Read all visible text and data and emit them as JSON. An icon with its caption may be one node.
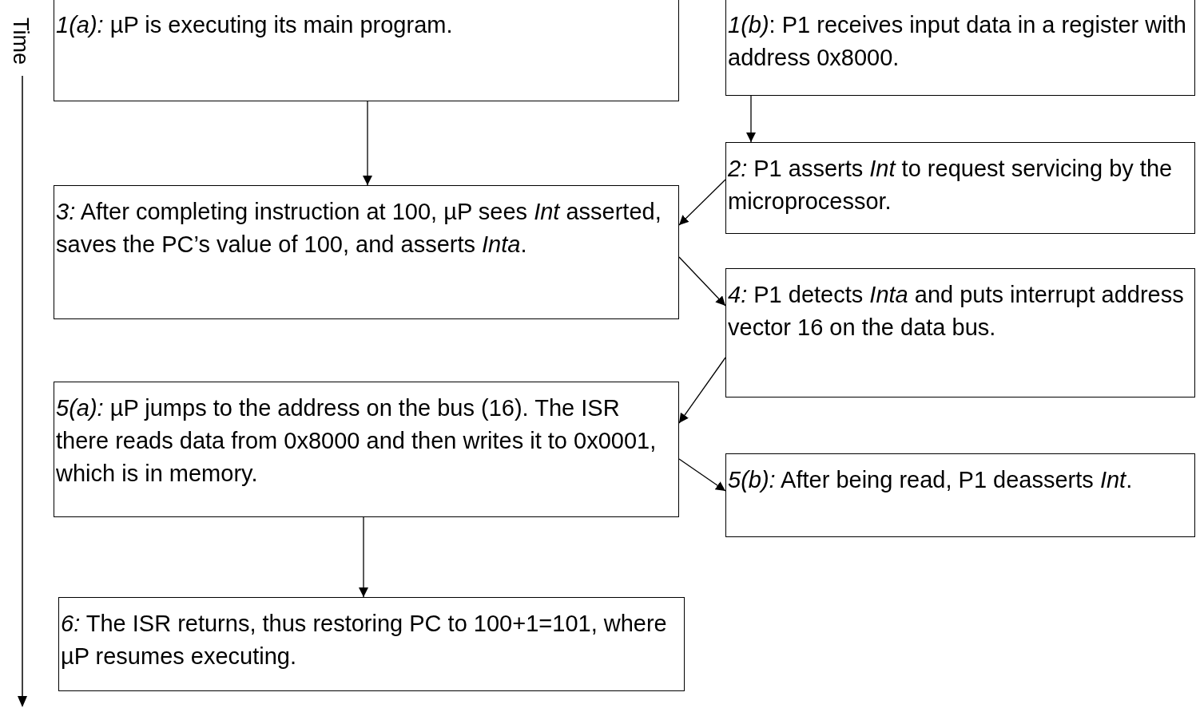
{
  "diagram": {
    "nodes": [
      {
        "text": [
          "*1(a):* µP is executing its main program."
        ]
      },
      {
        "text": [
          "*1(b)*: P1 receives input data in a register with address 0x8000."
        ]
      },
      {
        "text": [
          "*2:* P1 asserts *Int* to request servicing by the microprocessor."
        ]
      },
      {
        "text": [
          "*3:* After completing instruction at 100, µP sees *Int* asserted, saves the PC’s value of 100, and asserts *Inta*."
        ]
      },
      {
        "text": [
          "*4:* P1 detects *Inta* and puts interrupt address vector 16 on the data bus."
        ]
      },
      {
        "text": [
          "*5(a):* µP jumps to the address on the bus (16). The ISR there reads data from 0x8000 and then writes it to 0x0001, which is in memory."
        ]
      },
      {
        "text": [
          "*5(b):* After being read, P1 deasserts *Int*."
        ]
      },
      {
        "text": [
          "*6:* The ISR returns, thus restoring PC to 100+1=101, where µP resumes executing."
        ]
      }
    ],
    "edges": [
      {
        "from": 0,
        "to": 3,
        "arrow": "to"
      },
      {
        "from": 1,
        "to": 2,
        "arrow": "to"
      },
      {
        "from": 2,
        "to": 3,
        "arrow": "to"
      },
      {
        "from": 3,
        "to": 4,
        "arrow": "to"
      },
      {
        "from": 4,
        "to": 5,
        "arrow": "to"
      },
      {
        "from": 5,
        "to": 6,
        "arrow": "to"
      },
      {
        "from": 5,
        "to": 7,
        "arrow": "to"
      }
    ],
    "labels": [
      "Time"
    ]
  }
}
